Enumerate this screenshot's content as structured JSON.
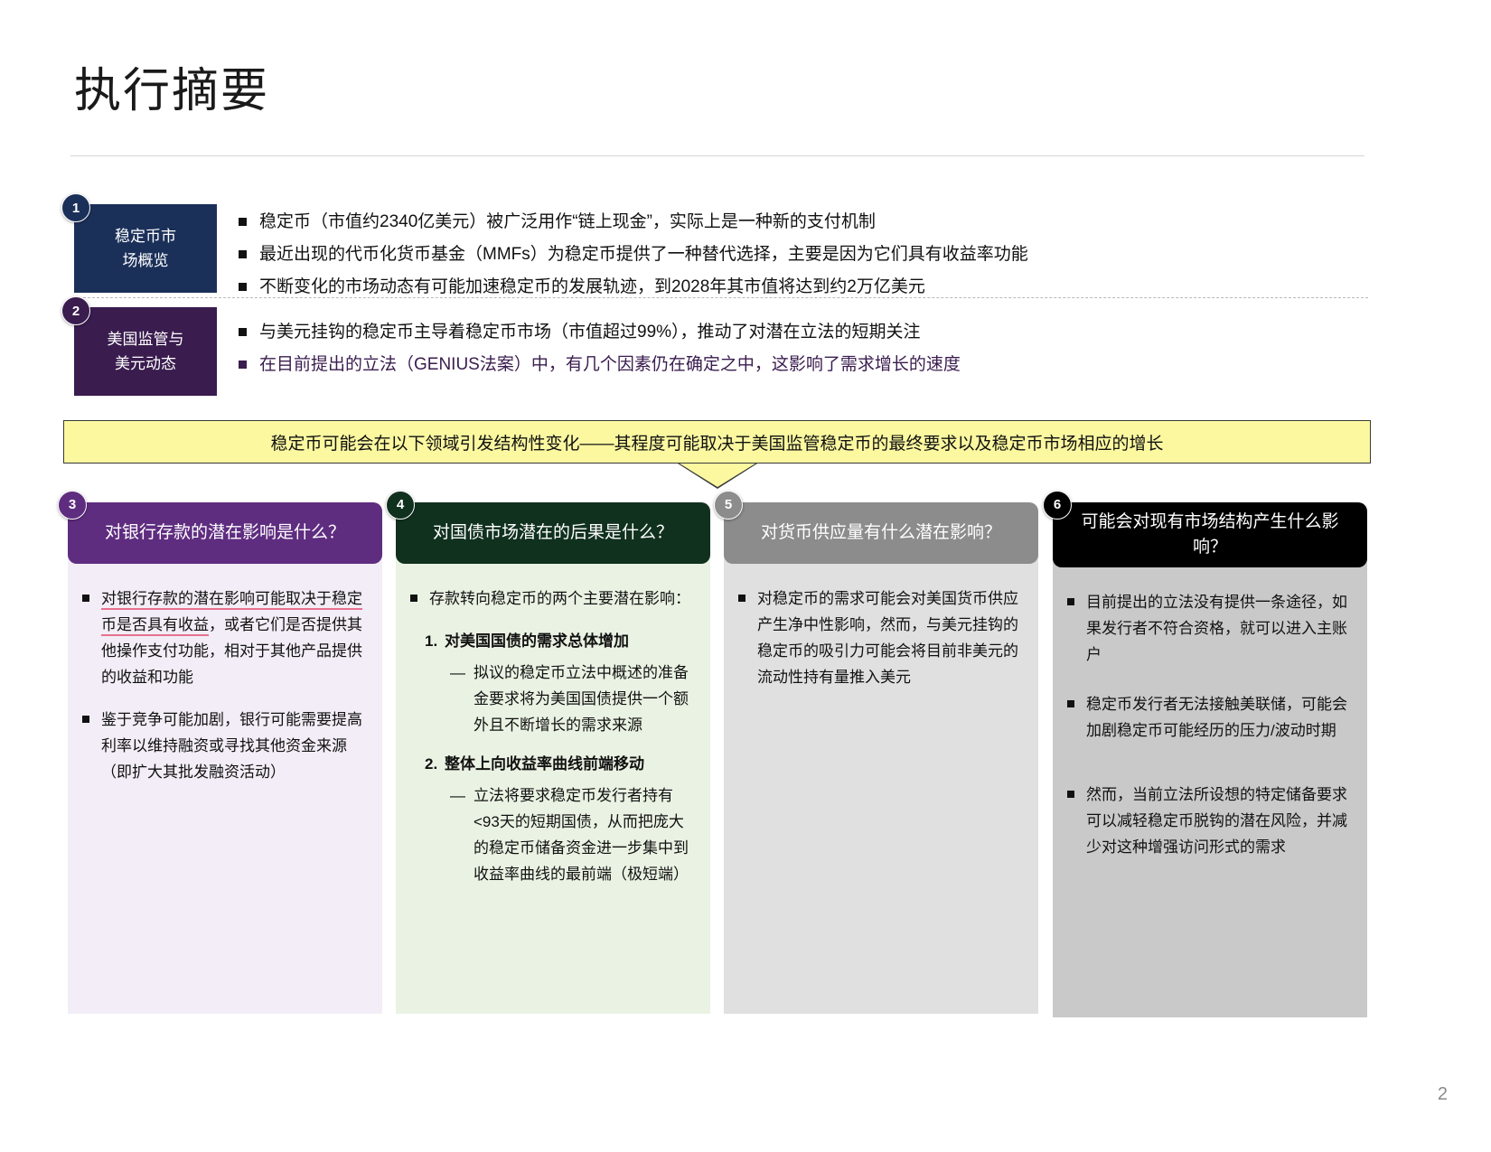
{
  "page": {
    "title": "执行摘要",
    "page_number": "2"
  },
  "rows": [
    {
      "badge": "1",
      "label": "稳定币市\n场概览",
      "label_l1": "稳定币市",
      "label_l2": "场概览",
      "color": "#1b3059",
      "bullets": [
        {
          "text": "稳定币（市值约2340亿美元）被广泛用作“链上现金”，实际上是一种新的支付机制",
          "style": "dark"
        },
        {
          "text": "最近出现的代币化货币基金（MMFs）为稳定币提供了一种替代选择，主要是因为它们具有收益率功能",
          "style": "dark"
        },
        {
          "text": "不断变化的市场动态有可能加速稳定币的发展轨迹，到2028年其市值将达到约2万亿美元",
          "style": "dark"
        }
      ]
    },
    {
      "badge": "2",
      "label_l1": "美国监管与",
      "label_l2": "美元动态",
      "color": "#3a1c4f",
      "bullets": [
        {
          "text": "与美元挂钩的稳定币主导着稳定币市场（市值超过99%），推动了对潜在立法的短期关注",
          "style": "dark"
        },
        {
          "text": "在目前提出的立法（GENIUS法案）中，有几个因素仍在确定之中，这影响了需求增长的速度",
          "style": "purple"
        }
      ]
    }
  ],
  "banner": {
    "text": "稳定币可能会在以下领域引发结构性变化——其程度可能取决于美国监管稳定币的最终要求以及稳定币市场相应的增长",
    "fill": "#fbf8a0",
    "border": "#3a3a3a"
  },
  "columns": [
    {
      "badge": "3",
      "header": "对银行存款的潜在影响是什么？",
      "head_color": "#5f2d80",
      "body_color": "#f2edf6",
      "blocks": [
        {
          "type": "bullet",
          "underlined": "对银行存款的潜在影响可能取决于稳定币是否具有收益",
          "rest": "，或者它们是否提供其他操作支付功能，相对于其他产品提供的收益和功能"
        },
        {
          "type": "bullet",
          "text": "鉴于竞争可能加剧，银行可能需要提高利率以维持融资或寻找其他资金来源（即扩大其批发融资活动）"
        }
      ]
    },
    {
      "badge": "4",
      "header": "对国债市场潜在的后果是什么？",
      "head_color": "#11311f",
      "body_color": "#eaf3e3",
      "blocks": [
        {
          "type": "bullet",
          "text": "存款转向稳定币的两个主要潜在影响："
        },
        {
          "type": "numbered",
          "marker": "1.",
          "text": "对美国国债的需求总体增加"
        },
        {
          "type": "dashed",
          "marker": "—",
          "text": "拟议的稳定币立法中概述的准备金要求将为美国国债提供一个额外且不断增长的需求来源"
        },
        {
          "type": "numbered",
          "marker": "2.",
          "text": "整体上向收益率曲线前端移动"
        },
        {
          "type": "dashed",
          "marker": "—",
          "text": "立法将要求稳定币发行者持有<93天的短期国债，从而把庞大的稳定币储备资金进一步集中到收益率曲线的最前端（极短端）"
        }
      ]
    },
    {
      "badge": "5",
      "header": "对货币供应量有什么潜在影响？",
      "head_color": "#8c8c8c",
      "body_color": "#e0e0e0",
      "blocks": [
        {
          "type": "bullet",
          "text": "对稳定币的需求可能会对美国货币供应产生净中性影响，然而，与美元挂钩的稳定币的吸引力可能会将目前非美元的流动性持有量推入美元"
        }
      ]
    },
    {
      "badge": "6",
      "header": "可能会对现有市场结构产生什么影响？",
      "head_color": "#000000",
      "body_color": "#c9c9c9",
      "blocks": [
        {
          "type": "bullet",
          "text": "目前提出的立法没有提供一条途径，如果发行者不符合资格，就可以进入主账户"
        },
        {
          "type": "bullet",
          "text": "稳定币发行者无法接触美联储，可能会加剧稳定币可能经历的压力/波动时期"
        },
        {
          "type": "bullet",
          "text": "然而，当前立法所设想的特定储备要求可以减轻稳定币脱钩的潜在风险，并减少对这种增强访问形式的需求"
        }
      ]
    }
  ]
}
